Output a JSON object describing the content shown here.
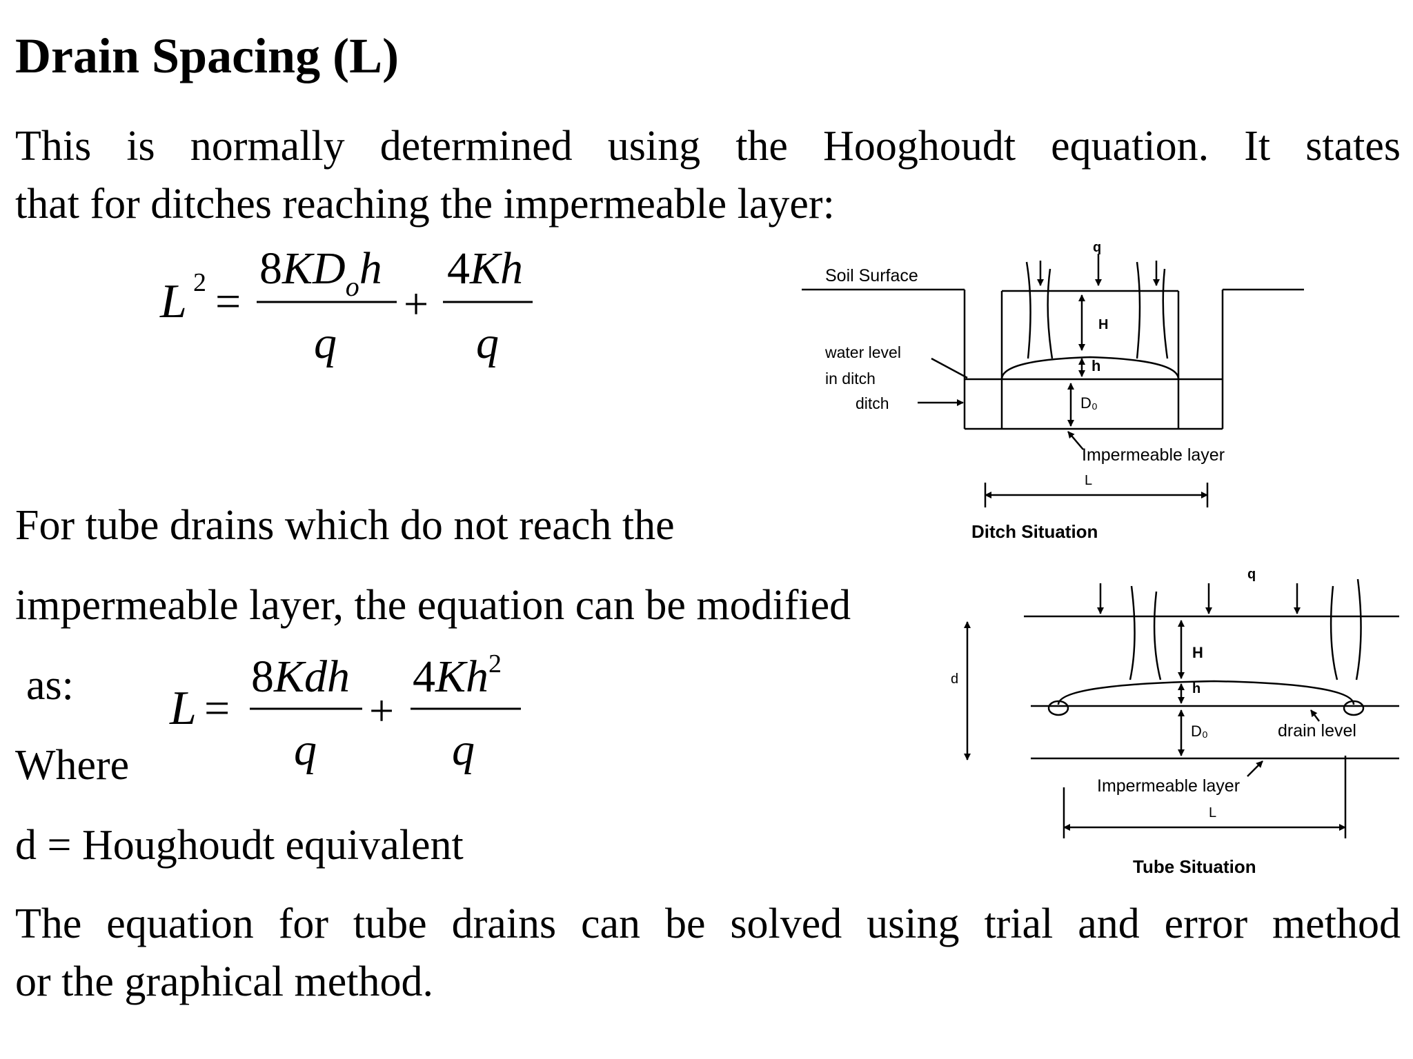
{
  "title": "Drain Spacing (L)",
  "intro": {
    "line1": "This is normally determined using the  Hooghoudt equation.  It states",
    "line2": "that for ditches reaching the impermeable layer:"
  },
  "equation1": {
    "lhs": "L",
    "lhs_exp": "2",
    "eq": "=",
    "num1_a": "8",
    "num1_b": "KD",
    "num1_sub": "o",
    "num1_c": "h",
    "den1": "q",
    "plus": "+",
    "num2_a": "4",
    "num2_b": "Kh",
    "den2": "q"
  },
  "tube_text": {
    "line1": "For tube drains which do not reach the",
    "line2": "impermeable layer, the equation can be modified",
    "line3": "as:",
    "where": "Where",
    "def": "d = Houghoudt equivalent"
  },
  "equation2": {
    "lhs": "L",
    "eq": "=",
    "num1_a": "8",
    "num1_b": "Kdh",
    "den1": "q",
    "plus": "+",
    "num2_a": "4",
    "num2_b": "Kh",
    "num2_exp": "2",
    "den2": "q"
  },
  "conclusion": {
    "line1": "The equation for tube drains can be solved using trial and error method",
    "line2": "or the graphical method."
  },
  "ditch_diagram": {
    "soil_surface": "Soil Surface",
    "q": "q",
    "H": "H",
    "h": "h",
    "water_level_1": "water level",
    "water_level_2": "in ditch",
    "ditch": "ditch",
    "Do": "D₀",
    "impermeable": "Impermeable layer",
    "L": "L",
    "caption": "Ditch Situation"
  },
  "tube_diagram": {
    "q": "q",
    "H": "H",
    "h": "h",
    "d": "d",
    "Do": "D₀",
    "drain_level": "drain level",
    "impermeable": "Impermeable layer",
    "L": "L",
    "caption": "Tube Situation"
  }
}
